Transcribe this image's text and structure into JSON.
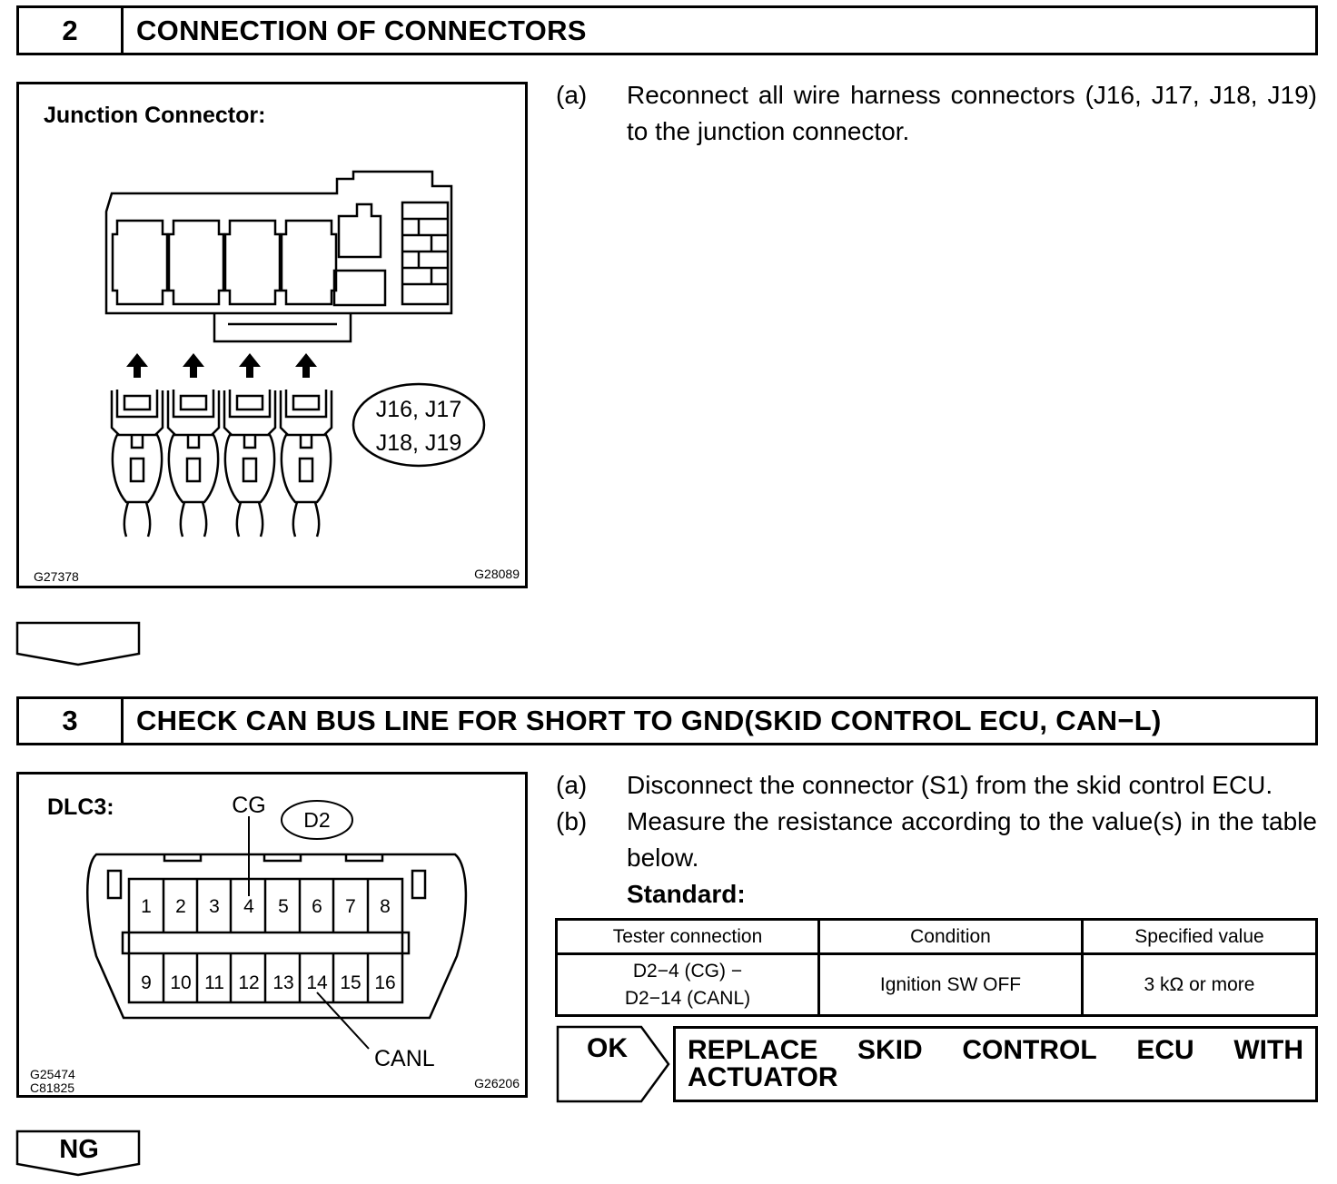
{
  "step2": {
    "number": "2",
    "title": "CONNECTION OF CONNECTORS",
    "figure": {
      "label": "Junction Connector:",
      "callout_line1": "J16, J17",
      "callout_line2": "J18, J19",
      "code_left": "G27378",
      "code_right": "G28089"
    },
    "instructions": [
      {
        "marker": "(a)",
        "text": "Reconnect all wire harness connectors (J16, J17, J18, J19) to the junction connector."
      }
    ]
  },
  "step3": {
    "number": "3",
    "title": "CHECK CAN BUS LINE FOR SHORT TO GND(SKID CONTROL ECU, CAN−L)",
    "figure": {
      "label": "DLC3:",
      "cg_label": "CG",
      "connector_id": "D2",
      "canl_label": "CANL",
      "pins_top": [
        "1",
        "2",
        "3",
        "4",
        "5",
        "6",
        "7",
        "8"
      ],
      "pins_bottom": [
        "9",
        "10",
        "11",
        "12",
        "13",
        "14",
        "15",
        "16"
      ],
      "code_left_1": "G25474",
      "code_left_2": "C81825",
      "code_right": "G26206"
    },
    "instructions": [
      {
        "marker": "(a)",
        "text": "Disconnect the connector (S1) from the skid control ECU."
      },
      {
        "marker": "(b)",
        "text": "Measure the resistance according to the value(s) in the table below."
      }
    ],
    "standard_label": "Standard:",
    "table": {
      "headers": [
        "Tester connection",
        "Condition",
        "Specified value"
      ],
      "row": {
        "tester_line1": "D2−4 (CG) −",
        "tester_line2": "D2−14 (CANL)",
        "condition": "Ignition SW OFF",
        "specified": "3 kΩ or more"
      }
    },
    "ok_result": {
      "label": "OK",
      "text_line1": [
        "REPLACE",
        "SKID",
        "CONTROL",
        "ECU",
        "WITH"
      ],
      "text_line2": "ACTUATOR"
    },
    "ng_label": "NG"
  }
}
